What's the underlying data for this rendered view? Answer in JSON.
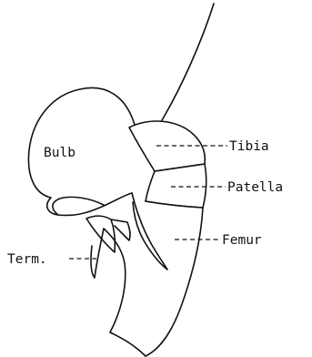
{
  "labels": {
    "bulb": "Bulb",
    "tibia": "Tibia",
    "patella": "Patella",
    "femur": "Femur",
    "term": "Term."
  },
  "colors": {
    "ink": "#111111",
    "background": "#ffffff"
  }
}
